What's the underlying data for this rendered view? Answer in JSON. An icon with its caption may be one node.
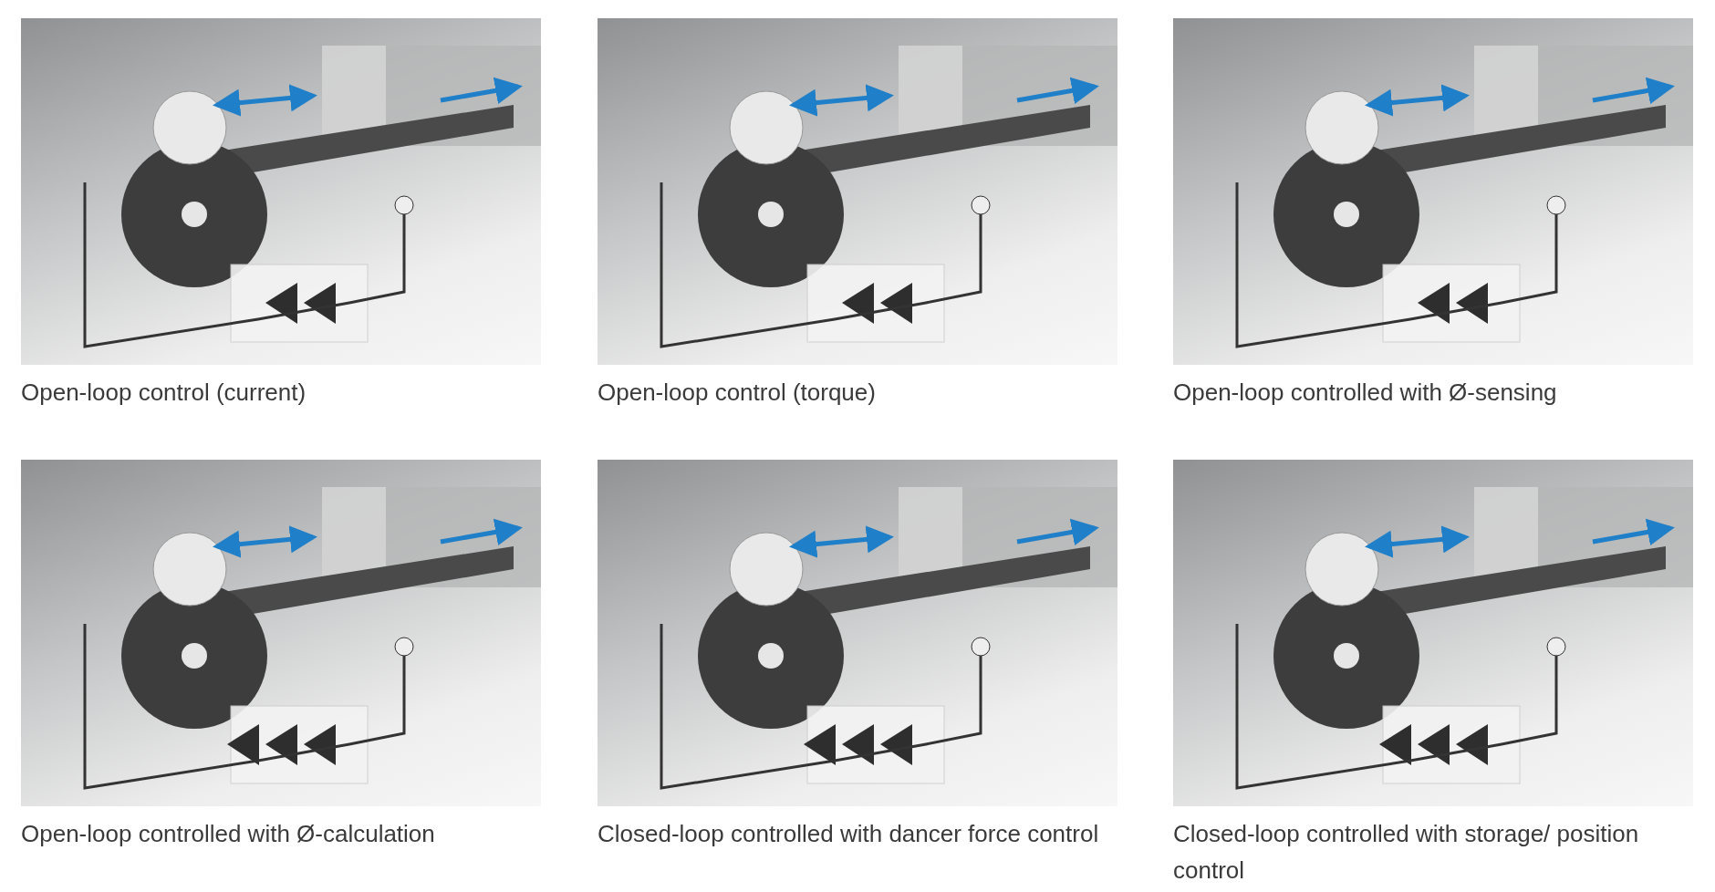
{
  "diagram": {
    "labels": [
      "Open-loop control (current)",
      "Open-loop control (torque)",
      "Open-loop controlled with Ø-sensing",
      "Open-loop controlled with Ø-calculation",
      "Closed-loop controlled with dancer force control",
      "Closed-loop controlled with storage/ position control"
    ]
  }
}
